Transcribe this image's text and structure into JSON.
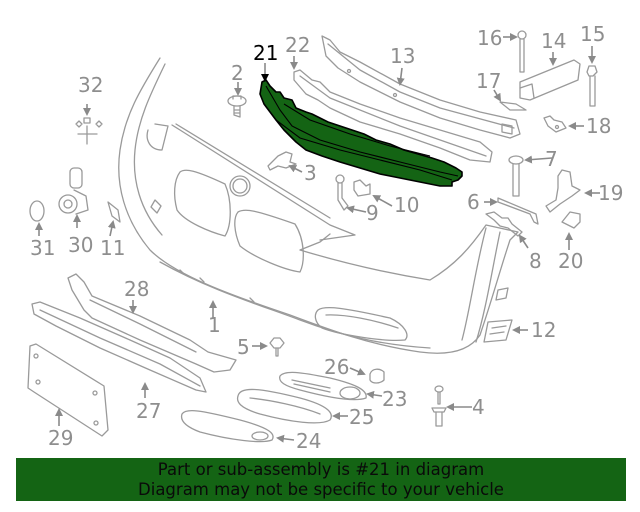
{
  "diagram": {
    "highlighted_part": "21",
    "highlight_color": "#146414",
    "labels": {
      "p1": "1",
      "p2": "2",
      "p3": "3",
      "p4": "4",
      "p5": "5",
      "p6": "6",
      "p7": "7",
      "p8": "8",
      "p9": "9",
      "p10": "10",
      "p11": "11",
      "p12": "12",
      "p13": "13",
      "p14": "14",
      "p15": "15",
      "p16": "16",
      "p17": "17",
      "p18": "18",
      "p19": "19",
      "p20": "20",
      "p21": "21",
      "p22": "22",
      "p23": "23",
      "p24": "24",
      "p25": "25",
      "p26": "26",
      "p27": "27",
      "p28": "28",
      "p29": "29",
      "p30": "30",
      "p31": "31",
      "p32": "32"
    }
  },
  "banner": {
    "line1": "Part or sub-assembly is #21 in diagram",
    "line2": "Diagram may not be specific to your vehicle",
    "background": "#146414"
  }
}
